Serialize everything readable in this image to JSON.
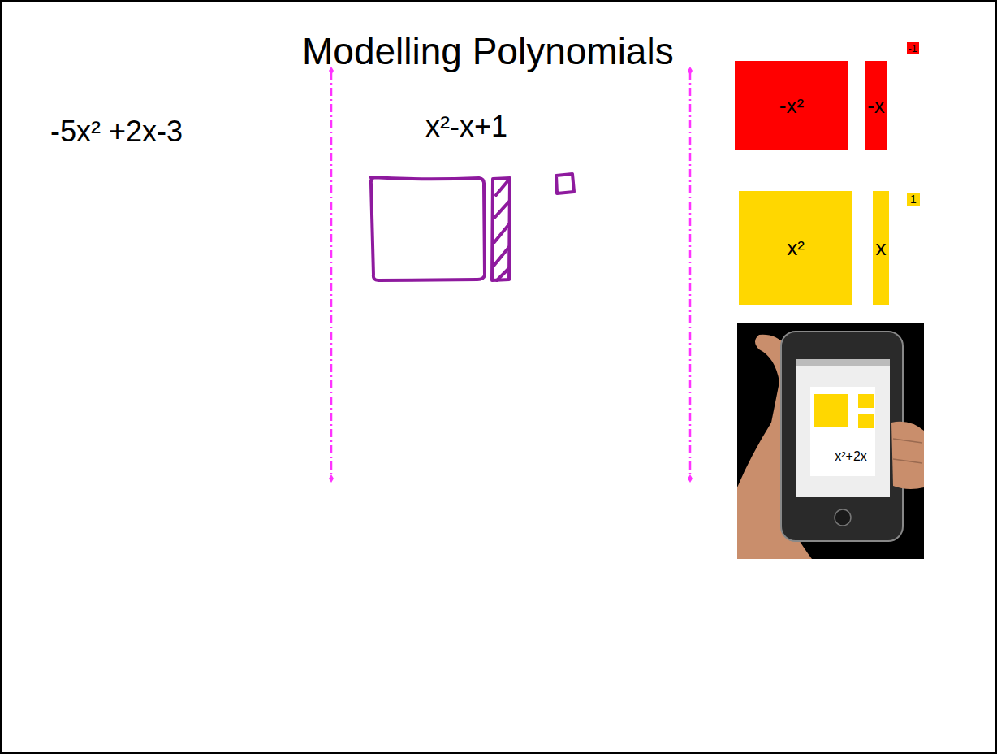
{
  "diagram": {
    "title": "Modelling Polynomials",
    "nodes": [
      {
        "text": [
          "-x²"
        ]
      },
      {
        "text": [
          "-x"
        ]
      },
      {
        "text": [
          "-1"
        ]
      },
      {
        "text": [
          "x²"
        ]
      },
      {
        "text": [
          "x"
        ]
      },
      {
        "text": [
          "1"
        ]
      }
    ],
    "labels": [
      "-5x² +2x-3",
      "x²-x+1",
      "x²+2x"
    ]
  }
}
